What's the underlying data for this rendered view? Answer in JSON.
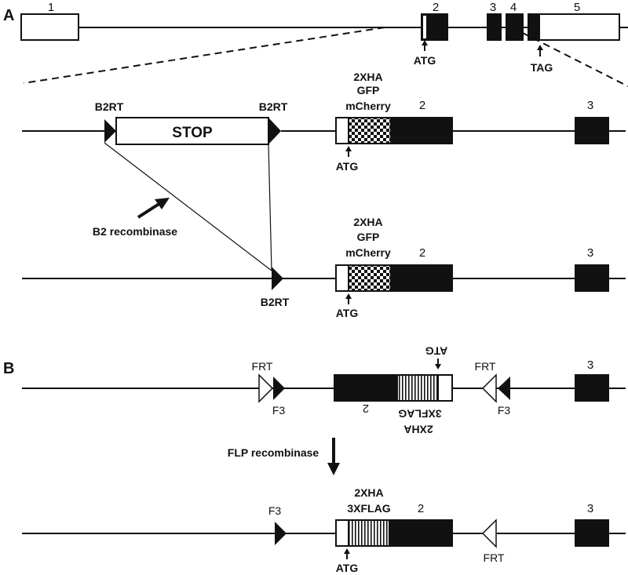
{
  "panel_a": {
    "label": "A",
    "exons": [
      "1",
      "2",
      "3",
      "4",
      "5"
    ],
    "atg": "ATG",
    "tag": "TAG",
    "b2rt": "B2RT",
    "stop": "STOP",
    "tags_line1": "2XHA",
    "tags_line2": "GFP",
    "tags_line3": "mCherry",
    "exon2": "2",
    "exon3": "3",
    "recombinase": "B2 recombinase"
  },
  "panel_b": {
    "label": "B",
    "frt": "FRT",
    "f3": "F3",
    "exon2": "2",
    "exon3": "3",
    "atg": "ATG",
    "tag1": "2XHA",
    "tag2": "3XFLAG",
    "recombinase": "FLP recombinase"
  }
}
